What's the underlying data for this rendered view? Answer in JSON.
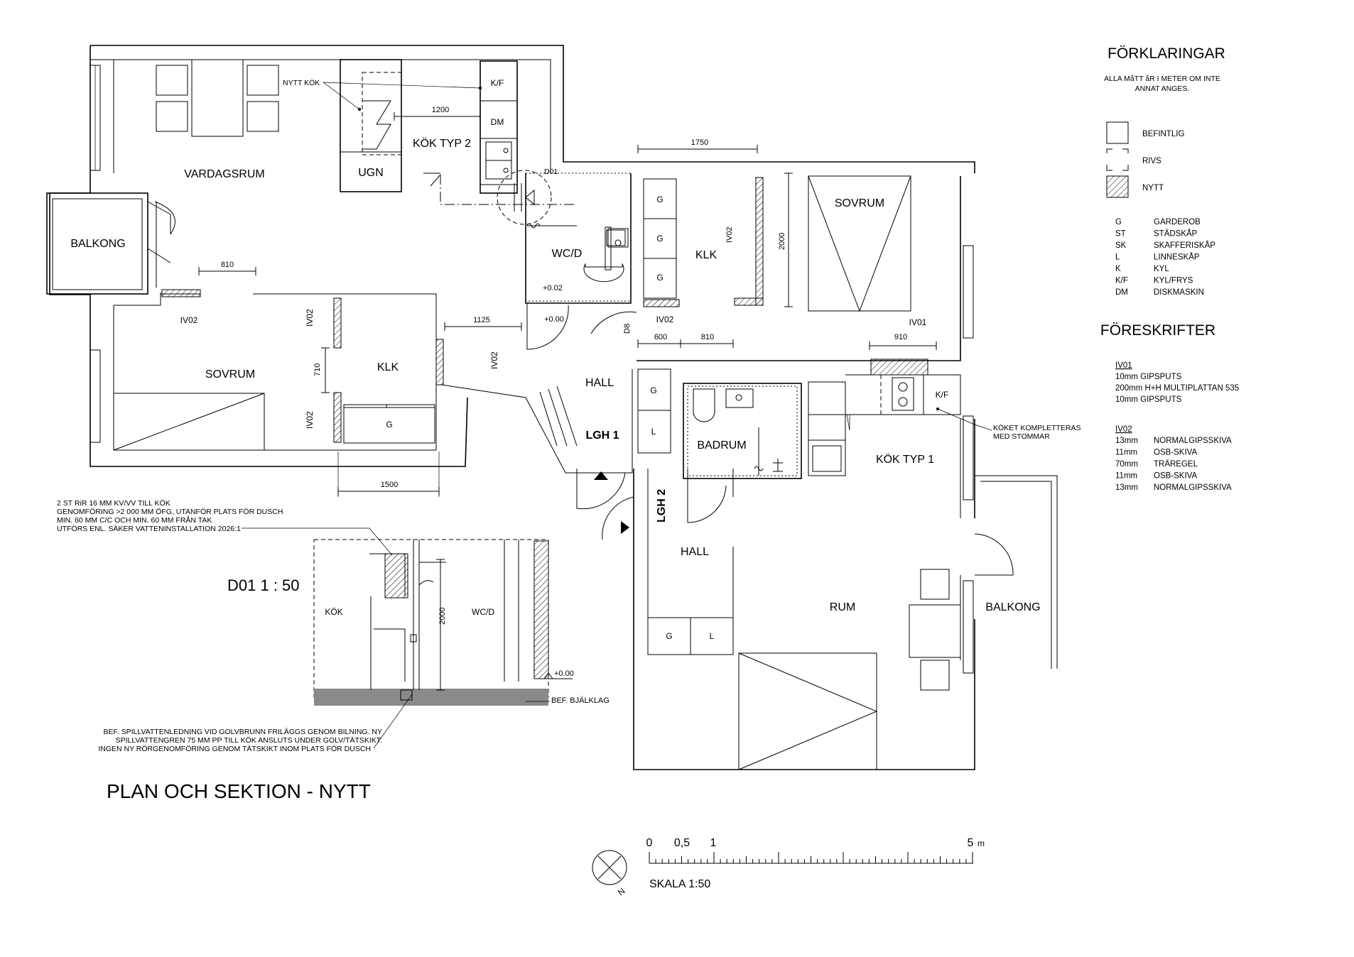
{
  "legend": {
    "title": "FÖRKLARINGAR",
    "note_line1": "ALLA MåTT åR I METER OM INTE",
    "note_line2": "ANNAT ANGES.",
    "symbols": [
      {
        "label": "BEFINTLIG"
      },
      {
        "label": "RIVS"
      },
      {
        "label": "NYTT"
      }
    ],
    "abbreviations": [
      {
        "code": "G",
        "text": "GARDEROB"
      },
      {
        "code": "ST",
        "text": "STÄDSKÅP"
      },
      {
        "code": "SK",
        "text": "SKAFFERISKÅP"
      },
      {
        "code": "L",
        "text": "LINNESKÅP"
      },
      {
        "code": "K",
        "text": "KYL"
      },
      {
        "code": "K/F",
        "text": "KYL/FRYS"
      },
      {
        "code": "DM",
        "text": "DISKMASKIN"
      }
    ]
  },
  "specs": {
    "title": "FÖRESKRIFTER",
    "iv01": {
      "name": "IV01",
      "lines": [
        "10mm GIPSPUTS",
        "200mm H+H MULTIPLATTAN 535",
        "10mm GIPSPUTS"
      ]
    },
    "iv02": {
      "name": "IV02",
      "layers": [
        {
          "t": "13mm",
          "m": "NORMALGIPSSKIVA"
        },
        {
          "t": "11mm",
          "m": "OSB-SKIVA"
        },
        {
          "t": "70mm",
          "m": "TRÄREGEL"
        },
        {
          "t": "11mm",
          "m": "OSB-SKIVA"
        },
        {
          "t": "13mm",
          "m": "NORMALGIPSSKIVA"
        }
      ]
    }
  },
  "rooms": {
    "vardagsrum": "VARDAGSRUM",
    "balkong_left": "BALKONG",
    "sovrum_left": "SOVRUM",
    "klk_left": "KLK",
    "kok_typ2": "KÖK TYP 2",
    "ugn": "UGN",
    "kf_top": "K/F",
    "dm": "DM",
    "wcd": "WC/D",
    "klk_mid": "KLK",
    "sovrum_right": "SOVRUM",
    "hall_lgh1": "HALL",
    "lgh1": "LGH 1",
    "badrum": "BADRUM",
    "kok_typ1": "KÖK TYP 1",
    "kf_right": "K/F",
    "lgh2": "LGH 2",
    "hall_lgh2": "HALL",
    "rum": "RUM",
    "balkong_right": "BALKONG",
    "g": "G",
    "l": "L",
    "d8": "D8"
  },
  "dims": {
    "d1200": "1200",
    "d1750": "1750",
    "d2000": "2000",
    "d810a": "810",
    "d1125": "1125",
    "d710": "710",
    "d1500": "1500",
    "d600": "600",
    "d810b": "810",
    "d910": "910",
    "lvl_002": "+0.02",
    "lvl_000": "+0.00",
    "lvl_000b": "+0.00"
  },
  "walls": {
    "iv02": "IV02",
    "iv01": "IV01",
    "d01": "D01"
  },
  "notes": {
    "nytt_kok": "NYTT KÖK",
    "koket": [
      "KÖKET KOMPLETTERAS",
      "MED STOMMAR"
    ],
    "pipe": [
      "2 ST RiR 16 MM KV/VV TILL KÖK",
      "GENOMFÖRING >2 000 MM ÖFG, UTANFÖR PLATS FÖR DUSCH",
      "MIN. 60 MM C/C OCH MIN. 60 MM FRÅN TAK",
      "UTFÖRS ENL. SÄKER VATTENINSTALLATION 2026:1"
    ],
    "drain": [
      "BEF. SPILLVATTENLEDNING VID GOLVBRUNN FRILÄGGS GENOM BILNING. NY",
      "SPILLVATTENGREN 75 MM PP TILL KÖK ANSLUTS UNDER GOLV/TÄTSKIKT.",
      "INGEN NY RÖRGENOMFÖRING GENOM TÄTSKIKT INOM PLATS FÖR DUSCH"
    ]
  },
  "section": {
    "title": "D01   1 : 50",
    "kok": "KÖK",
    "wcd": "WC/D",
    "dim2000": "2000",
    "level": "+0.00",
    "bjalklag": "BEF. BJÄLKLAG"
  },
  "sheet_title": "PLAN OCH SEKTION - NYTT",
  "scale": {
    "t0": "0",
    "t05": "0,5",
    "t1": "1",
    "t5": "5",
    "unit": "m",
    "label": "SKALA 1:50",
    "north": "N"
  }
}
